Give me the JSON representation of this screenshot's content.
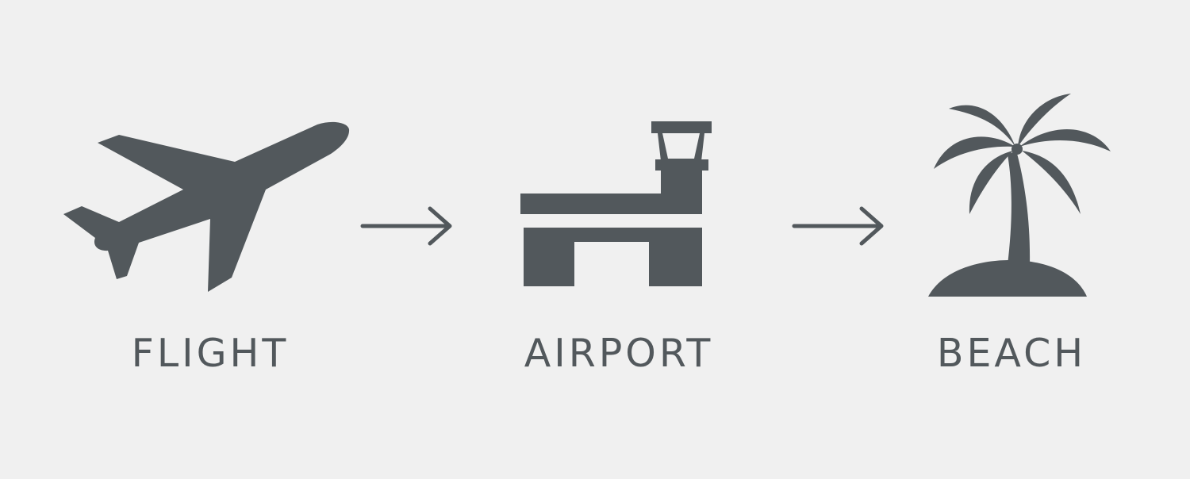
{
  "colors": {
    "background": "#f0f0f0",
    "icon": "#52585c",
    "text": "#52585c"
  },
  "steps": [
    {
      "label": "FLIGHT",
      "icon": "airplane-icon"
    },
    {
      "label": "AIRPORT",
      "icon": "airport-terminal-icon"
    },
    {
      "label": "BEACH",
      "icon": "palm-tree-icon"
    }
  ],
  "connectors": [
    {
      "icon": "arrow-right-icon"
    },
    {
      "icon": "arrow-right-icon"
    }
  ]
}
